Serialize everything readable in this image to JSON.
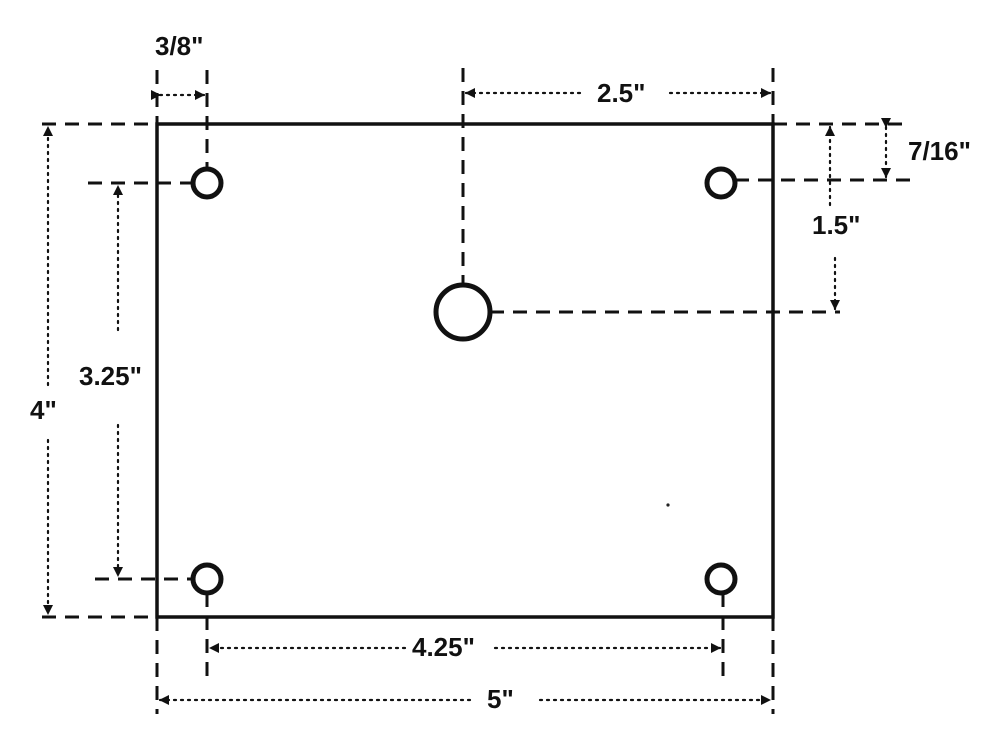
{
  "diagram": {
    "dimensions": {
      "hole_edge_offset": "3/8\"",
      "center_hole_horizontal": "2.5\"",
      "top_hole_vertical_offset": "7/16\"",
      "center_hole_vertical": "1.5\"",
      "hole_vertical_spacing": "3.25\"",
      "plate_height": "4\"",
      "hole_horizontal_spacing": "4.25\"",
      "plate_width": "5\""
    }
  }
}
